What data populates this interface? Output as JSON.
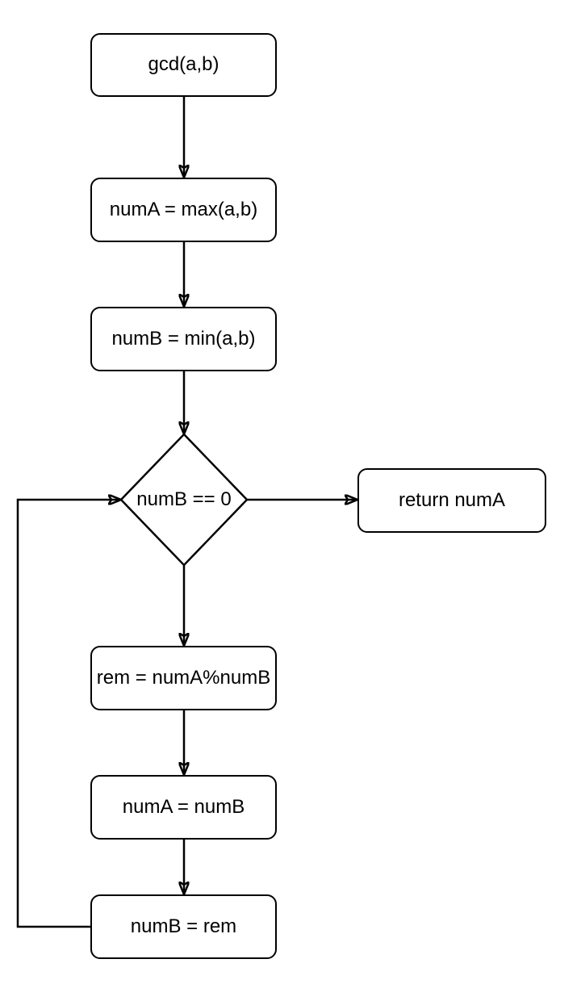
{
  "diagram": {
    "type": "flowchart",
    "colors": {
      "background": "#ffffff",
      "stroke": "#000000",
      "node_fill": "#ffffff",
      "text": "#000000"
    },
    "nodes": {
      "start": {
        "label": "gcd(a,b)",
        "shape": "rounded-rect"
      },
      "set_num_a": {
        "label": "numA = max(a,b)",
        "shape": "rounded-rect"
      },
      "set_num_b": {
        "label": "numB = min(a,b)",
        "shape": "rounded-rect"
      },
      "decision": {
        "label": "numB == 0",
        "shape": "diamond"
      },
      "return_num_a": {
        "label": "return numA",
        "shape": "rounded-rect"
      },
      "compute_rem": {
        "label": "rem = numA%numB",
        "shape": "rounded-rect"
      },
      "assign_num_a": {
        "label": "numA = numB",
        "shape": "rounded-rect"
      },
      "assign_num_b": {
        "label": "numB = rem",
        "shape": "rounded-rect"
      }
    },
    "edges": [
      {
        "from": "start",
        "to": "set_num_a",
        "label": ""
      },
      {
        "from": "set_num_a",
        "to": "set_num_b",
        "label": ""
      },
      {
        "from": "set_num_b",
        "to": "decision",
        "label": ""
      },
      {
        "from": "decision",
        "to": "return_num_a",
        "label": ""
      },
      {
        "from": "decision",
        "to": "compute_rem",
        "label": ""
      },
      {
        "from": "compute_rem",
        "to": "assign_num_a",
        "label": ""
      },
      {
        "from": "assign_num_a",
        "to": "assign_num_b",
        "label": ""
      },
      {
        "from": "assign_num_b",
        "to": "decision",
        "label": ""
      }
    ]
  }
}
